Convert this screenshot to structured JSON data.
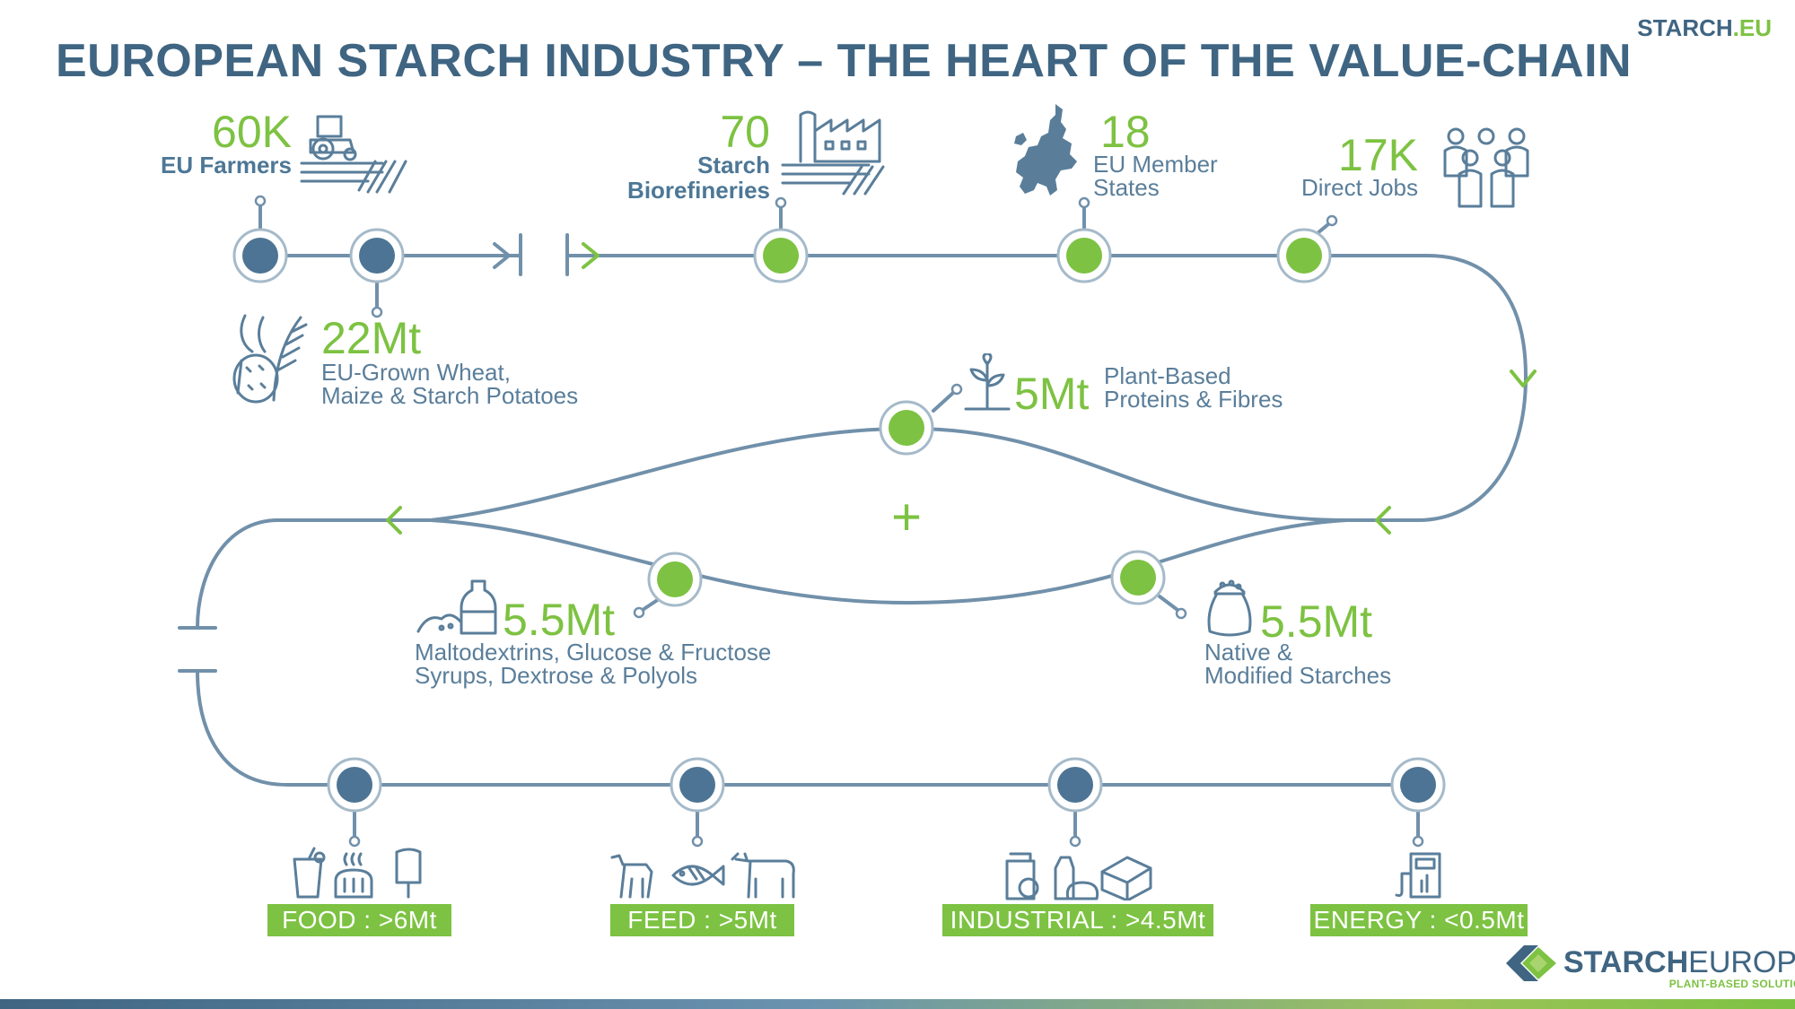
{
  "header": {
    "title": "EUROPEAN STARCH INDUSTRY – THE HEART OF THE VALUE-CHAIN",
    "brand_main": "STARCH",
    "brand_dot": ".EU"
  },
  "stats": {
    "farmers": {
      "value": "60K",
      "label": "EU Farmers"
    },
    "crops": {
      "value": "22Mt",
      "line1": "EU-Grown Wheat,",
      "line2": "Maize & Starch Potatoes"
    },
    "biorefineries": {
      "value": "70",
      "line1": "Starch",
      "line2": "Biorefineries"
    },
    "member_states": {
      "value": "18",
      "line1": "EU Member",
      "line2": "States"
    },
    "jobs": {
      "value": "17K",
      "label": "Direct Jobs"
    },
    "proteins": {
      "value": "5Mt",
      "line1": "Plant-Based",
      "line2": "Proteins & Fibres"
    },
    "sweeteners": {
      "value": "5.5Mt",
      "line1": "Maltodextrins, Glucose & Fructose",
      "line2": "Syrups, Dextrose & Polyols"
    },
    "starches": {
      "value": "5.5Mt",
      "line1": "Native &",
      "line2": "Modified Starches"
    }
  },
  "plus_sign": "+",
  "markets": {
    "food": "FOOD : >6Mt",
    "feed": "FEED : >5Mt",
    "industrial": "INDUSTRIAL : >4.5Mt",
    "energy": "ENERGY : <0.5Mt"
  },
  "logo": {
    "main_bold": "STARCH",
    "main_light": "EUROPE",
    "tagline": "PLANT-BASED SOLUTIONS"
  },
  "colors": {
    "blue": "#3f6582",
    "green": "#7dc242",
    "line": "#7190aa"
  },
  "icons": [
    "tractor-icon",
    "crops-icon",
    "factory-icon",
    "europe-map-icon",
    "people-icon",
    "sprout-icon",
    "syrup-bottle-icon",
    "starch-sack-icon",
    "food-icon",
    "feed-animals-icon",
    "industrial-products-icon",
    "fuel-pump-icon"
  ]
}
